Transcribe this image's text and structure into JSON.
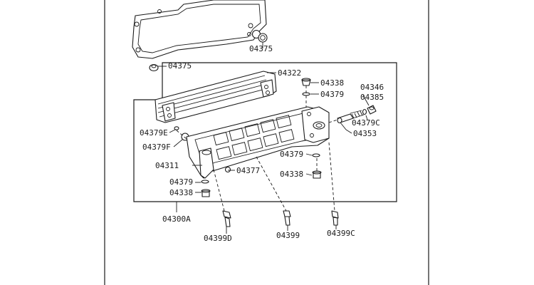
{
  "labels": {
    "gasket_nut": "04375",
    "gasket_oring": "04375",
    "cooler_element": "04322",
    "plug_top": "04338",
    "oring_top": "04379",
    "relief_spring": "04346",
    "relief_plug": "04385",
    "relief_oring": "04379C",
    "relief_valve": "04353",
    "oring_e": "04379E",
    "oring_f": "04379F",
    "oring_mid": "04379",
    "case": "04311",
    "stud": "04377",
    "plug_mid": "04338",
    "oring_low": "04379",
    "plug_low": "04338",
    "assembly": "04300A",
    "bolt_d": "04399D",
    "bolt": "04399",
    "bolt_c": "04399C"
  }
}
